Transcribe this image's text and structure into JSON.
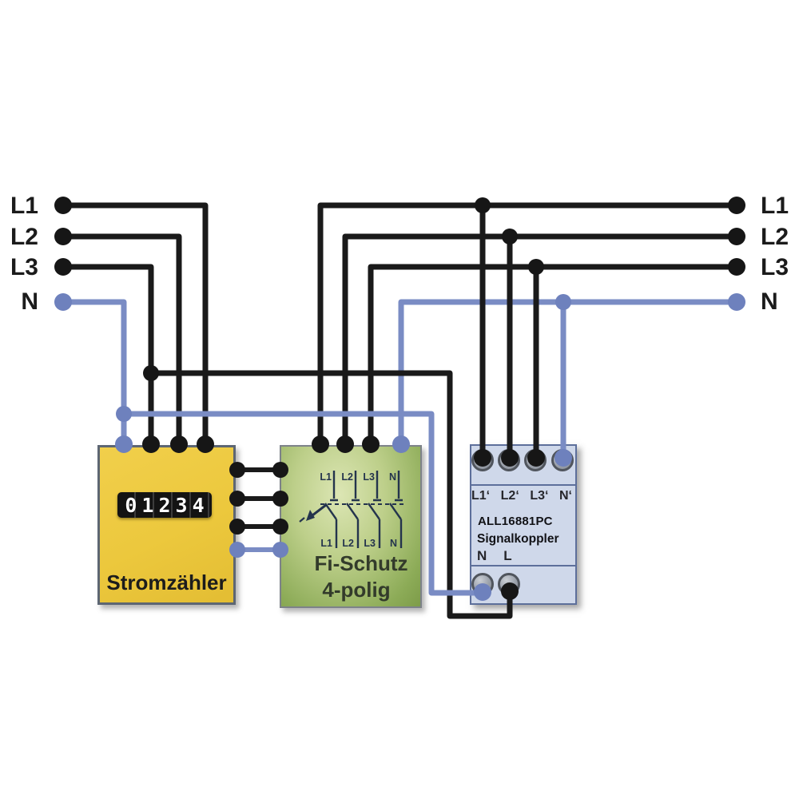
{
  "diagram": {
    "left_rail": {
      "labels": [
        "L1",
        "L2",
        "L3",
        "N"
      ]
    },
    "right_rail": {
      "labels": [
        "L1",
        "L2",
        "L3",
        "N"
      ]
    },
    "meter": {
      "title": "Stromzähler",
      "display_value": "01234"
    },
    "rcd": {
      "title_line1": "Fi-Schutz",
      "title_line2": "4-polig",
      "pole_labels_top": [
        "L1",
        "L2",
        "L3",
        "N"
      ],
      "pole_labels_bottom": [
        "L1",
        "L2",
        "L3",
        "N"
      ]
    },
    "coupler": {
      "model": "ALL16881PC",
      "name": "Signalkoppler",
      "input_labels": [
        "L1‘",
        "L2‘",
        "L3‘",
        "N‘"
      ],
      "output_labels": [
        "N",
        "L"
      ]
    },
    "colors": {
      "phase_wire": "#1a1a1a",
      "neutral_wire": "#7a8cc4",
      "neutral_dot": "#6e81bd",
      "meter_fill": "#ecc83d",
      "rcd_fill_light": "#dce6b4",
      "rcd_fill_dark": "#7d9c49",
      "rcd_symbol": "#24344d",
      "coupler_fill": "#cfd8ea",
      "coupler_border": "#5d6f9b"
    }
  }
}
